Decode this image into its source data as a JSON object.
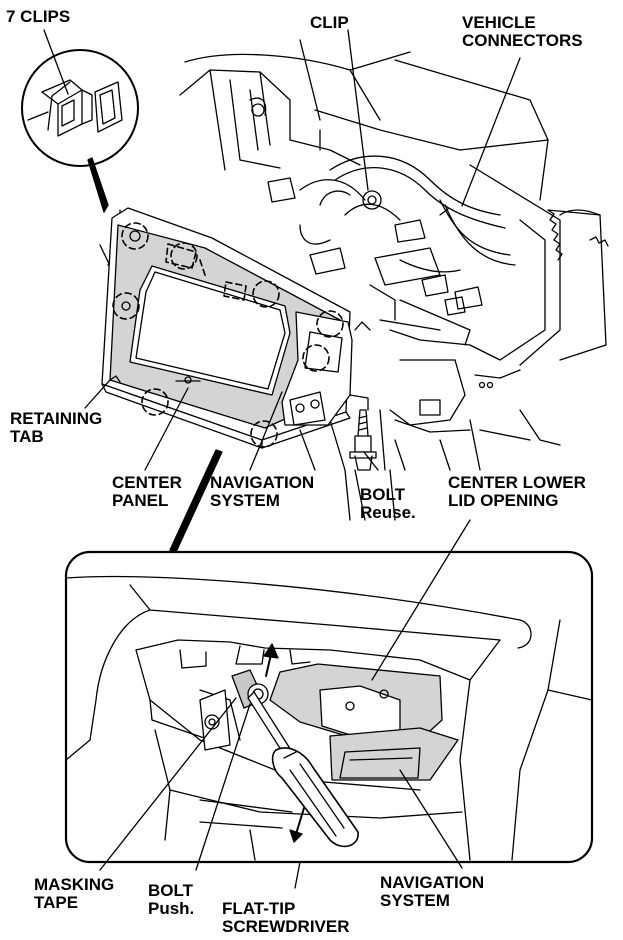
{
  "labels": {
    "seven_clips": "7 CLIPS",
    "clip": "CLIP",
    "vehicle_connectors": [
      "VEHICLE",
      "CONNECTORS"
    ],
    "retaining_tab": [
      "RETAINING",
      "TAB"
    ],
    "center_panel": [
      "CENTER",
      "PANEL"
    ],
    "navigation_system_top": [
      "NAVIGATION",
      "SYSTEM"
    ],
    "bolt_top": [
      "BOLT",
      "Reuse."
    ],
    "center_lower_lid_opening": [
      "CENTER LOWER",
      "LID OPENING"
    ],
    "masking_tape": [
      "MASKING",
      "TAPE"
    ],
    "bolt_bottom": [
      "BOLT",
      "Push."
    ],
    "flat_tip_screwdriver": [
      "FLAT-TIP",
      "SCREWDRIVER"
    ],
    "navigation_system_bottom": [
      "NAVIGATION",
      "SYSTEM"
    ]
  },
  "colors": {
    "line": "#000000",
    "panel_fill": "#d4d4d4",
    "masking_tape_fill": "#c8c8c8",
    "background": "#ffffff"
  }
}
